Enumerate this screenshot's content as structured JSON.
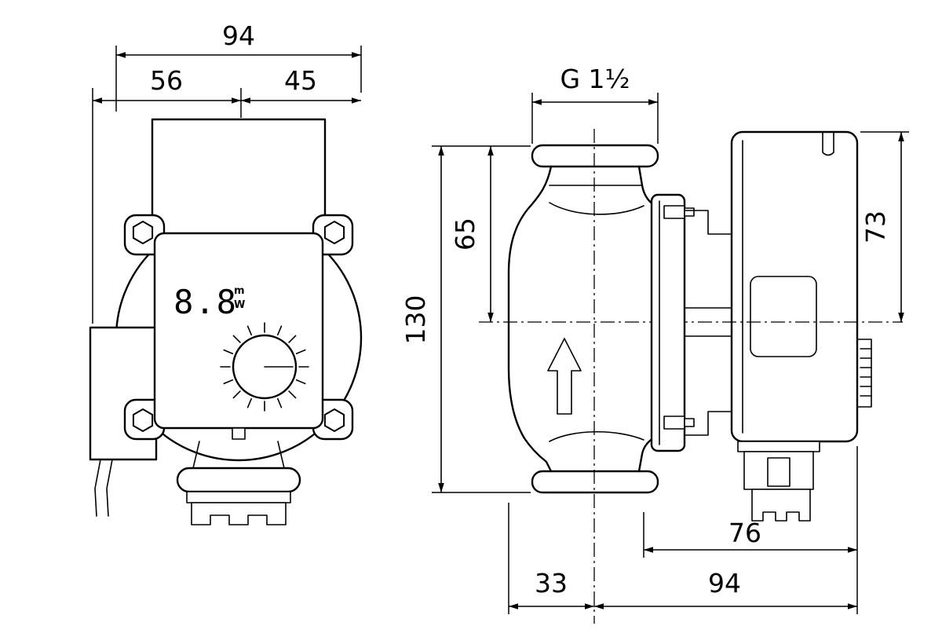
{
  "front_view": {
    "dim_overall_width": "94",
    "dim_left_of_center": "56",
    "dim_right_of_center": "45",
    "display": {
      "value": "8.8",
      "unit_top": "m",
      "unit_bottom": "W"
    }
  },
  "side_view": {
    "dim_port_thread": "G 1½",
    "dim_flange_to_axis": "65",
    "dim_port_to_port": "130",
    "dim_axis_to_top": "73",
    "dim_gland_to_back": "76",
    "dim_front_to_axis": "33",
    "dim_axis_to_back": "94"
  }
}
